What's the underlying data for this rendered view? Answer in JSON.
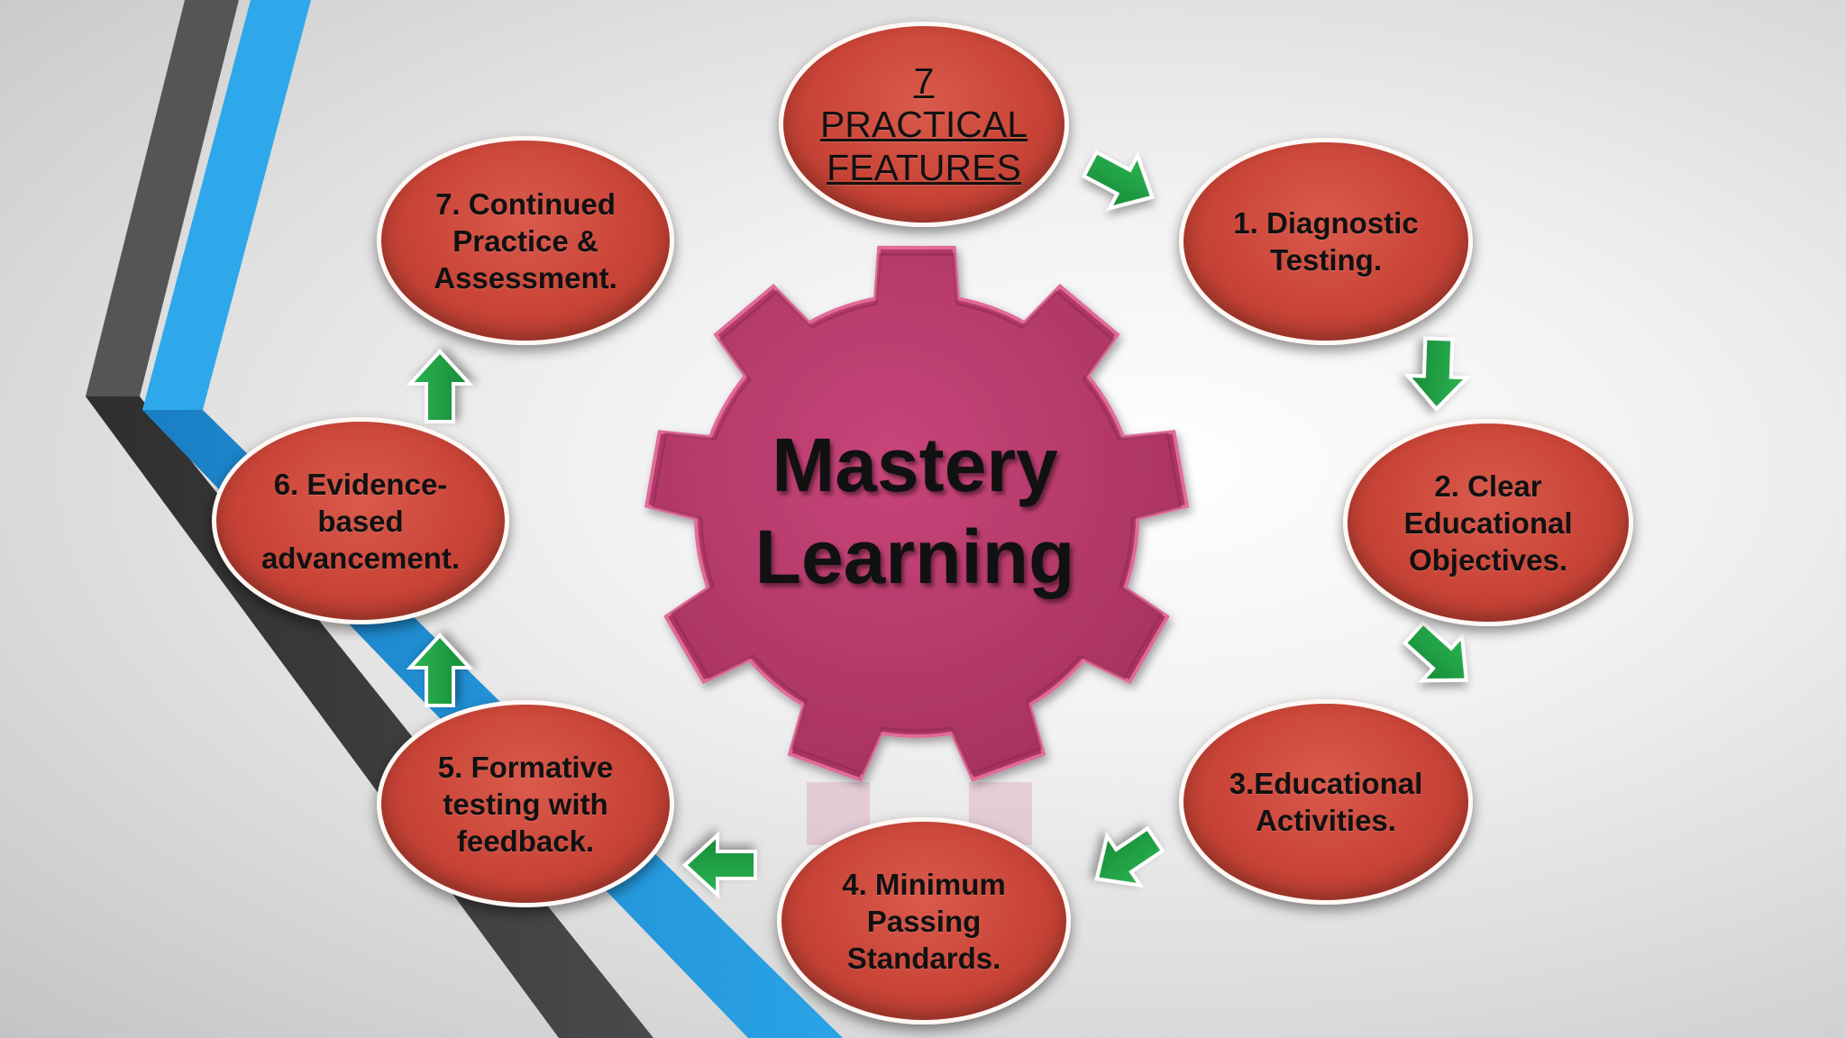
{
  "diagram": {
    "center_label": "Mastery\nLearning",
    "title": "7\nPRACTICAL\nFEATURES",
    "features": [
      "1. Diagnostic\nTesting.",
      "2. Clear\nEducational\nObjectives.",
      "3.Educational\nActivities.",
      "4. Minimum\nPassing\nStandards.",
      "5. Formative\ntesting with\nfeedback.",
      "6. Evidence-\nbased\nadvancement.",
      "7. Continued\nPractice &\nAssessment."
    ]
  },
  "colors": {
    "ellipse_fill": "#c94437",
    "gear_fill": "#bf3d6a",
    "arrow_fill": "#1f9e44",
    "stripe_dark": "#3d3d3d",
    "stripe_blue": "#1c8ad0"
  },
  "icons": [
    "gear-icon",
    "arrow-icon"
  ]
}
